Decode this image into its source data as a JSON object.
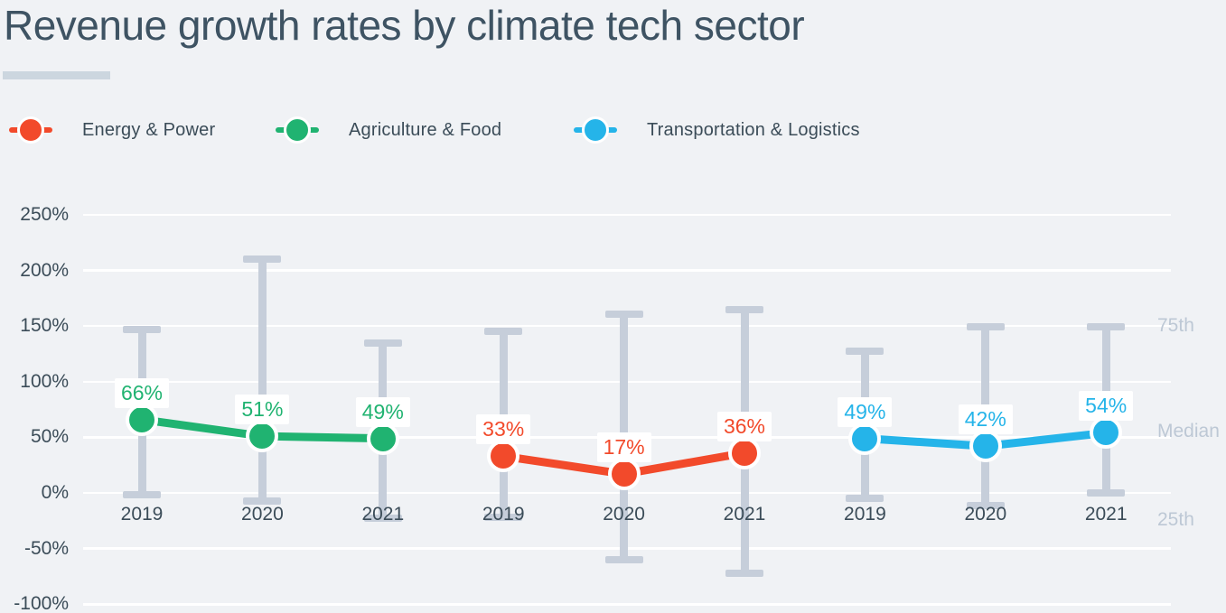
{
  "title": "Revenue growth rates by climate tech sector",
  "colors": {
    "background": "#f0f2f5",
    "title_text": "#3e5363",
    "axis_text": "#3b4c58",
    "annotation_text": "#bdc8d5",
    "title_underline": "#ccd6df",
    "gridline": "#ffffff",
    "whisker": "#c6ceda",
    "label_chip_bg": "#ffffff"
  },
  "chart_data": {
    "type": "line",
    "title": "Revenue growth rates by climate tech sector",
    "value_format": "percent",
    "grid": true,
    "legend_position": "top",
    "ylim_pct": [
      -100,
      250
    ],
    "y_ticks_pct": [
      250,
      200,
      150,
      100,
      50,
      0,
      -50,
      -100
    ],
    "series": [
      {
        "name": "Energy & Power",
        "color": "#f24a2b",
        "slots": [
          3,
          4,
          5
        ],
        "years": [
          "2019",
          "2020",
          "2021"
        ],
        "median_pct": [
          33,
          17,
          36
        ],
        "p75_pct": [
          145,
          161,
          165
        ],
        "p25_pct": [
          -22,
          -60,
          -72
        ]
      },
      {
        "name": "Agriculture & Food",
        "color": "#20b371",
        "slots": [
          0,
          1,
          2
        ],
        "years": [
          "2019",
          "2020",
          "2021"
        ],
        "median_pct": [
          66,
          51,
          49
        ],
        "p75_pct": [
          147,
          210,
          135
        ],
        "p25_pct": [
          -2,
          -7,
          -23
        ]
      },
      {
        "name": "Transportation & Logistics",
        "color": "#25b4e9",
        "slots": [
          6,
          7,
          8
        ],
        "years": [
          "2019",
          "2020",
          "2021"
        ],
        "median_pct": [
          49,
          42,
          54
        ],
        "p75_pct": [
          127,
          149,
          149
        ],
        "p25_pct": [
          -5,
          -11,
          0
        ]
      }
    ],
    "right_annotations": [
      {
        "text": "75th",
        "at_pct": 150
      },
      {
        "text": "Median",
        "at_pct": 55
      },
      {
        "text": "25th",
        "at_pct": -24
      }
    ]
  }
}
